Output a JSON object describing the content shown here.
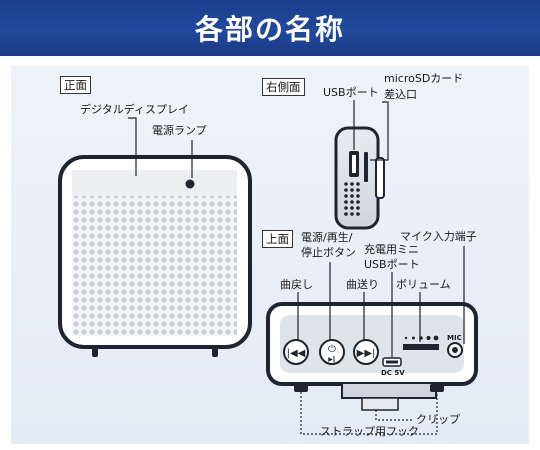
{
  "title": "各部の名称",
  "sections": {
    "front": "正面",
    "right_side": "右側面",
    "top": "上面"
  },
  "labels": {
    "digital_display": "デジタルディスプレイ",
    "power_lamp": "電源ランプ",
    "usb_port": "USBポート",
    "microsd_line1": "microSDカード",
    "microsd_line2": "差込口",
    "power_play_line1": "電源/再生/",
    "power_play_line2": "停止ボタン",
    "charge_line1": "充電用ミニ",
    "charge_line2": "USBポート",
    "mic_jack": "マイク入力端子",
    "prev_track": "曲戻し",
    "next_track": "曲送り",
    "volume": "ボリューム",
    "clip": "クリップ",
    "strap_hook": "ストラップ用フック"
  },
  "device_marks": {
    "dc5v": "DC 5V",
    "mic": "MIC"
  },
  "colors": {
    "banner": "#1f4596",
    "panel": "#e8eff8",
    "outline": "#1e2430"
  }
}
